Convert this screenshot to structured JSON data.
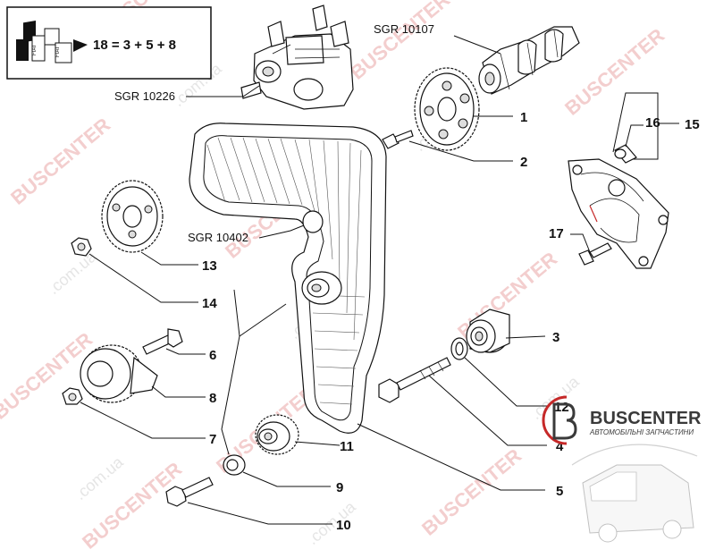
{
  "legend": {
    "formula": "18 = 3 + 5 + 8",
    "box_label": "FIAT"
  },
  "tool_refs": {
    "camshaft": "SGR 10107",
    "pump": "SGR 10226",
    "belt_tool": "SGR 10402"
  },
  "callouts": {
    "c1": "1",
    "c2": "2",
    "c3": "3",
    "c4": "4",
    "c5": "5",
    "c6": "6",
    "c7": "7",
    "c8": "8",
    "c9": "9",
    "c10": "10",
    "c11": "11",
    "c12": "12",
    "c13": "13",
    "c14": "14",
    "c15": "15",
    "c16": "16",
    "c17": "17"
  },
  "watermark": {
    "brand": "BUSCENTER",
    "domain": ".com.ua"
  },
  "logo": {
    "name": "BUSCENTER",
    "tagline": "АВТОМОБІЛЬНІ ЗАПЧАСТИНИ",
    "accent": "#c62828"
  },
  "icons": {
    "legend_icon": "parts-kit-icon",
    "logo_icon": "buscenter-logo-icon"
  }
}
